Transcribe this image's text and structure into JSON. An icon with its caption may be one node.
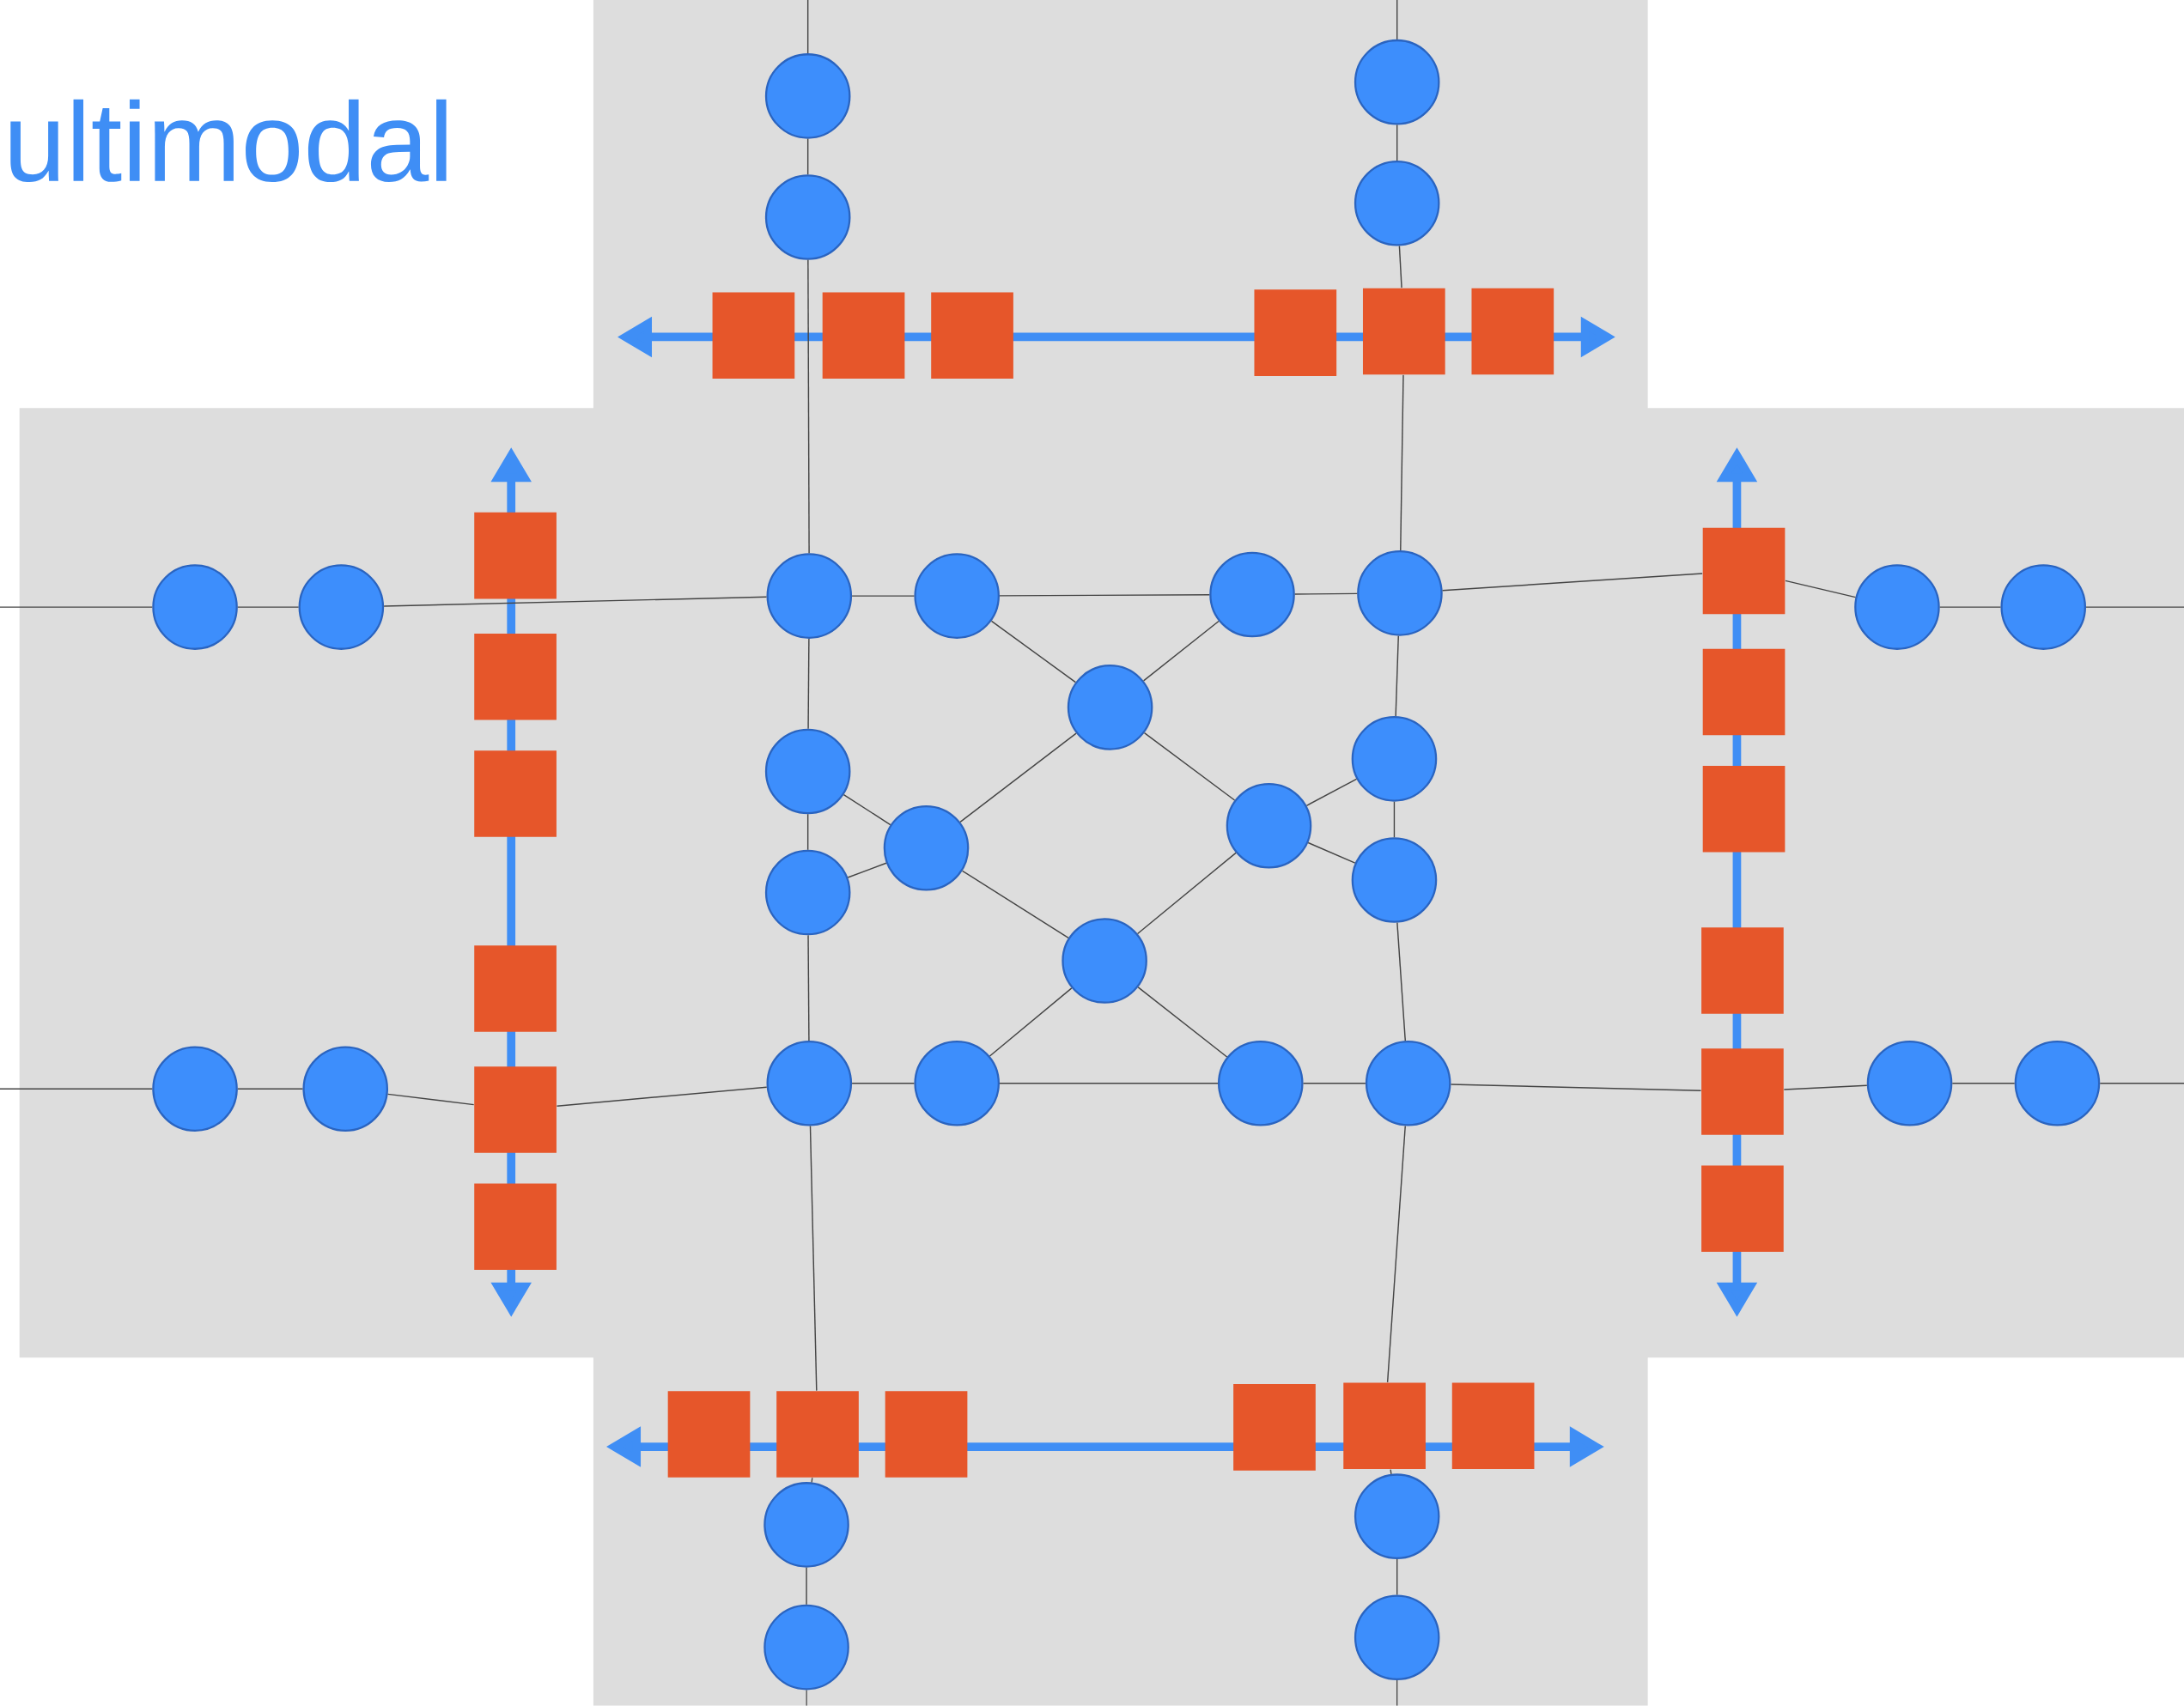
{
  "diagram": {
    "title": "ultimodal",
    "nodes": [
      {
        "text": [],
        "shape": "circle"
      },
      {
        "text": [],
        "shape": "circle"
      },
      {
        "text": [],
        "shape": "circle"
      },
      {
        "text": [],
        "shape": "circle"
      },
      {
        "text": [],
        "shape": "box"
      },
      {
        "text": [],
        "shape": "box"
      },
      {
        "text": [],
        "shape": "box"
      },
      {
        "text": [],
        "shape": "box"
      },
      {
        "text": [],
        "shape": "box"
      },
      {
        "text": [],
        "shape": "box"
      },
      {
        "text": [],
        "shape": "box"
      },
      {
        "text": [],
        "shape": "box"
      },
      {
        "text": [],
        "shape": "box"
      },
      {
        "text": [],
        "shape": "box"
      },
      {
        "text": [],
        "shape": "box"
      },
      {
        "text": [],
        "shape": "box"
      },
      {
        "text": [],
        "shape": "box"
      },
      {
        "text": [],
        "shape": "box"
      },
      {
        "text": [],
        "shape": "box"
      },
      {
        "text": [],
        "shape": "box"
      },
      {
        "text": [],
        "shape": "box"
      },
      {
        "text": [],
        "shape": "box"
      },
      {
        "text": [],
        "shape": "circle"
      },
      {
        "text": [],
        "shape": "circle"
      },
      {
        "text": [],
        "shape": "circle"
      },
      {
        "text": [],
        "shape": "circle"
      },
      {
        "text": [],
        "shape": "circle"
      },
      {
        "text": [],
        "shape": "circle"
      },
      {
        "text": [],
        "shape": "circle"
      },
      {
        "text": [],
        "shape": "circle"
      },
      {
        "text": [],
        "shape": "circle"
      },
      {
        "text": [],
        "shape": "circle"
      },
      {
        "text": [],
        "shape": "circle"
      },
      {
        "text": [],
        "shape": "circle"
      },
      {
        "text": [],
        "shape": "circle"
      },
      {
        "text": [],
        "shape": "circle"
      },
      {
        "text": [],
        "shape": "circle"
      },
      {
        "text": [],
        "shape": "circle"
      },
      {
        "text": [],
        "shape": "circle"
      },
      {
        "text": [],
        "shape": "circle"
      },
      {
        "text": [],
        "shape": "circle"
      },
      {
        "text": [],
        "shape": "circle"
      },
      {
        "text": [],
        "shape": "circle"
      },
      {
        "text": [],
        "shape": "circle"
      },
      {
        "text": [],
        "shape": "circle"
      },
      {
        "text": [],
        "shape": "circle"
      },
      {
        "text": [],
        "shape": "box"
      },
      {
        "text": [],
        "shape": "box"
      },
      {
        "text": [],
        "shape": "box"
      },
      {
        "text": [],
        "shape": "box"
      },
      {
        "text": [],
        "shape": "box"
      },
      {
        "text": [],
        "shape": "box"
      },
      {
        "text": [],
        "shape": "circle"
      },
      {
        "text": [],
        "shape": "circle"
      },
      {
        "text": [],
        "shape": "circle"
      },
      {
        "text": [],
        "shape": "circle"
      }
    ],
    "edges": [
      {
        "from": null,
        "to": 0,
        "arrow": "none"
      },
      {
        "from": 0,
        "to": 2,
        "arrow": "none"
      },
      {
        "from": 2,
        "to": 24,
        "arrow": "none"
      },
      {
        "from": 24,
        "to": 31,
        "arrow": "none"
      },
      {
        "from": 31,
        "to": 35,
        "arrow": "none"
      },
      {
        "from": 35,
        "to": 40,
        "arrow": "none"
      },
      {
        "from": 40,
        "to": 47,
        "arrow": "none"
      },
      {
        "from": 47,
        "to": 52,
        "arrow": "none"
      },
      {
        "from": 52,
        "to": 54,
        "arrow": "none"
      },
      {
        "from": 54,
        "to": null,
        "arrow": "none"
      },
      {
        "from": null,
        "to": 1,
        "arrow": "none"
      },
      {
        "from": 1,
        "to": 3,
        "arrow": "none"
      },
      {
        "from": 3,
        "to": 8,
        "arrow": "none"
      },
      {
        "from": 8,
        "to": 27,
        "arrow": "none"
      },
      {
        "from": 27,
        "to": 32,
        "arrow": "none"
      },
      {
        "from": 32,
        "to": 36,
        "arrow": "none"
      },
      {
        "from": 36,
        "to": 43,
        "arrow": "none"
      },
      {
        "from": 43,
        "to": 50,
        "arrow": "none"
      },
      {
        "from": 50,
        "to": 53,
        "arrow": "none"
      },
      {
        "from": 53,
        "to": 55,
        "arrow": "none"
      },
      {
        "from": 55,
        "to": null,
        "arrow": "none"
      },
      {
        "from": null,
        "to": 22,
        "arrow": "none"
      },
      {
        "from": 22,
        "to": 23,
        "arrow": "none"
      },
      {
        "from": 23,
        "to": 24,
        "arrow": "none"
      },
      {
        "from": 24,
        "to": 25,
        "arrow": "none"
      },
      {
        "from": 25,
        "to": 26,
        "arrow": "none"
      },
      {
        "from": 26,
        "to": 27,
        "arrow": "none"
      },
      {
        "from": 27,
        "to": 16,
        "arrow": "none"
      },
      {
        "from": 16,
        "to": 28,
        "arrow": "none"
      },
      {
        "from": 28,
        "to": 29,
        "arrow": "none"
      },
      {
        "from": 29,
        "to": null,
        "arrow": "none"
      },
      {
        "from": null,
        "to": 38,
        "arrow": "none"
      },
      {
        "from": 38,
        "to": 39,
        "arrow": "none"
      },
      {
        "from": 39,
        "to": 14,
        "arrow": "none"
      },
      {
        "from": 14,
        "to": 40,
        "arrow": "none"
      },
      {
        "from": 40,
        "to": 41,
        "arrow": "none"
      },
      {
        "from": 41,
        "to": 42,
        "arrow": "none"
      },
      {
        "from": 42,
        "to": 43,
        "arrow": "none"
      },
      {
        "from": 43,
        "to": 20,
        "arrow": "none"
      },
      {
        "from": 20,
        "to": 44,
        "arrow": "none"
      },
      {
        "from": 44,
        "to": 45,
        "arrow": "none"
      },
      {
        "from": 45,
        "to": null,
        "arrow": "none"
      },
      {
        "from": 25,
        "to": 30,
        "arrow": "none"
      },
      {
        "from": 26,
        "to": 30,
        "arrow": "none"
      },
      {
        "from": 30,
        "to": 34,
        "arrow": "none"
      },
      {
        "from": 30,
        "to": 33,
        "arrow": "none"
      },
      {
        "from": 31,
        "to": 34,
        "arrow": "none"
      },
      {
        "from": 35,
        "to": 34,
        "arrow": "none"
      },
      {
        "from": 34,
        "to": 37,
        "arrow": "none"
      },
      {
        "from": 33,
        "to": 32,
        "arrow": "none"
      },
      {
        "from": 33,
        "to": 36,
        "arrow": "none"
      },
      {
        "from": 33,
        "to": 37,
        "arrow": "none"
      },
      {
        "from": 37,
        "to": 41,
        "arrow": "none"
      },
      {
        "from": 37,
        "to": 42,
        "arrow": "none"
      }
    ]
  }
}
